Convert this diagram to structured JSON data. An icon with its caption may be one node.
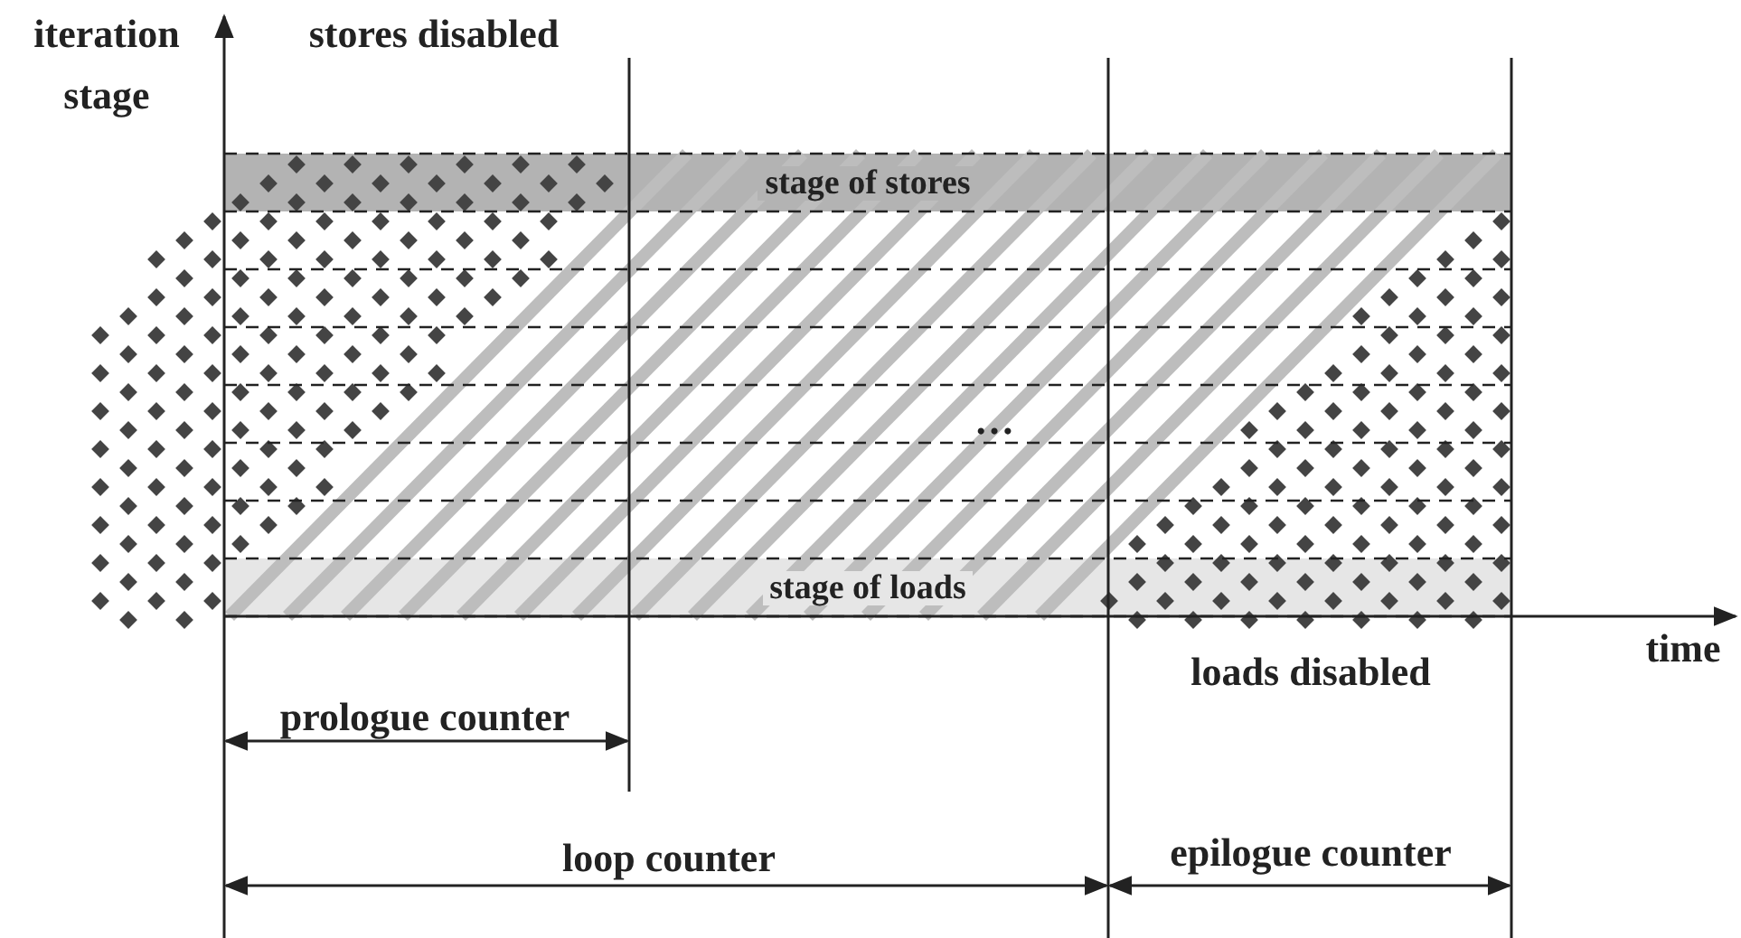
{
  "diagram": {
    "nodes": [
      {
        "text": [
          "stage of stores"
        ]
      },
      {
        "text": [
          "stage of loads"
        ]
      }
    ],
    "labels": [
      "iteration stage",
      "stores disabled",
      "…",
      "time",
      "loads disabled",
      "prologue counter",
      "loop counter",
      "epilogue counter"
    ]
  }
}
